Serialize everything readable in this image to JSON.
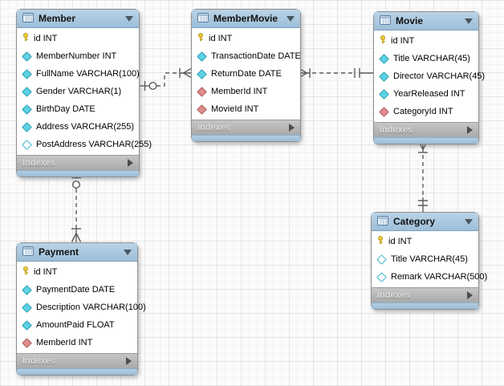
{
  "ui": {
    "indexes_label": "Indexes"
  },
  "colors": {
    "table_header_blue": "#a9c6de",
    "table_footer_blue": "#a5c3dc",
    "indexes_bar_gray": "#b3b3b3",
    "relationship_line": "#5c5c5c",
    "primary_key_icon": "#f2d03c",
    "not_null_column_icon": "#5cd2e2",
    "foreign_key_column_icon": "#dd8d8c",
    "canvas_background": "#fbfbfb"
  },
  "tables": {
    "member": {
      "name": "Member",
      "columns": [
        {
          "label": "id INT",
          "icon": "primary-key"
        },
        {
          "label": "MemberNumber INT",
          "icon": "not-null"
        },
        {
          "label": "FullName VARCHAR(100)",
          "icon": "not-null"
        },
        {
          "label": "Gender VARCHAR(1)",
          "icon": "not-null"
        },
        {
          "label": "BirthDay DATE",
          "icon": "not-null"
        },
        {
          "label": "Address VARCHAR(255)",
          "icon": "not-null"
        },
        {
          "label": "PostAddress VARCHAR(255)",
          "icon": "nullable"
        }
      ]
    },
    "membermovie": {
      "name": "MemberMovie",
      "columns": [
        {
          "label": "id INT",
          "icon": "primary-key"
        },
        {
          "label": "TransactionDate DATE",
          "icon": "not-null"
        },
        {
          "label": "ReturnDate DATE",
          "icon": "not-null"
        },
        {
          "label": "MemberId INT",
          "icon": "foreign-key"
        },
        {
          "label": "MovieId INT",
          "icon": "foreign-key"
        }
      ]
    },
    "movie": {
      "name": "Movie",
      "columns": [
        {
          "label": "id INT",
          "icon": "primary-key"
        },
        {
          "label": "Title VARCHAR(45)",
          "icon": "not-null"
        },
        {
          "label": "Director VARCHAR(45)",
          "icon": "not-null"
        },
        {
          "label": "YearReleased INT",
          "icon": "not-null"
        },
        {
          "label": "CategoryId INT",
          "icon": "foreign-key"
        }
      ]
    },
    "category": {
      "name": "Category",
      "columns": [
        {
          "label": "id INT",
          "icon": "primary-key"
        },
        {
          "label": "Title VARCHAR(45)",
          "icon": "nullable"
        },
        {
          "label": "Remark VARCHAR(500)",
          "icon": "nullable"
        }
      ]
    },
    "payment": {
      "name": "Payment",
      "columns": [
        {
          "label": "id INT",
          "icon": "primary-key"
        },
        {
          "label": "PaymentDate DATE",
          "icon": "not-null"
        },
        {
          "label": "Description VARCHAR(100)",
          "icon": "not-null"
        },
        {
          "label": "AmountPaid FLOAT",
          "icon": "not-null"
        },
        {
          "label": "MemberId INT",
          "icon": "foreign-key"
        }
      ]
    }
  },
  "relationships": [
    {
      "from": "Member",
      "to": "MemberMovie",
      "style": "dashed-non-identifying",
      "from_end": "zero-or-one",
      "to_end": "one-to-many"
    },
    {
      "from": "Movie",
      "to": "MemberMovie",
      "style": "dashed-non-identifying",
      "from_end": "exactly-one",
      "to_end": "one-to-many"
    },
    {
      "from": "Category",
      "to": "Movie",
      "style": "dashed-non-identifying",
      "from_end": "exactly-one",
      "to_end": "one-to-many"
    },
    {
      "from": "Member",
      "to": "Payment",
      "style": "dashed-non-identifying",
      "from_end": "zero-or-one",
      "to_end": "one-to-many"
    }
  ]
}
